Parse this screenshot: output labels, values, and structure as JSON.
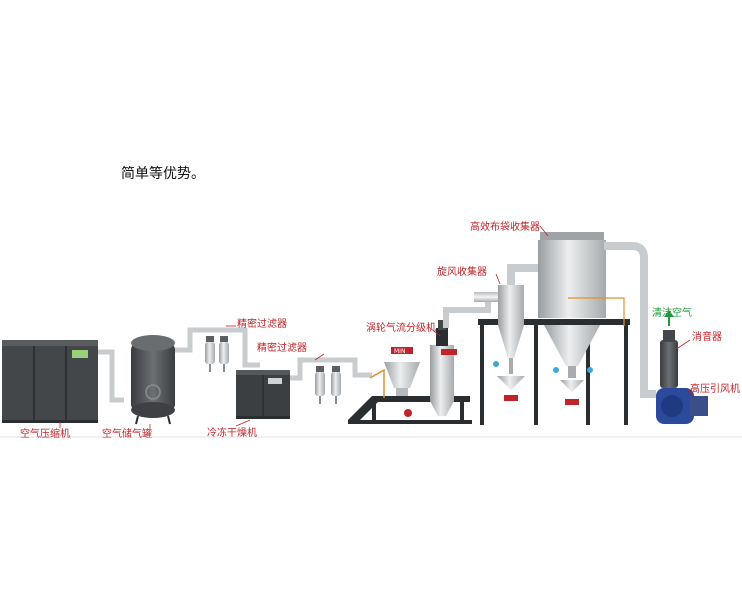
{
  "intro_text": "简单等优势。",
  "labels": {
    "air_compressor": "空气压缩机",
    "air_tank": "空气储气罐",
    "precision_filter_1": "精密过滤器",
    "precision_filter_2": "精密过滤器",
    "refrigerated_dryer": "冷冻干燥机",
    "turbo_classifier": "涡轮气流分级机",
    "cyclone_collector": "旋风收集器",
    "baghouse_collector": "高效布袋收集器",
    "clean_air": "清洁空气",
    "silencer": "消音器",
    "high_pressure_fan": "高压引风机"
  },
  "colors": {
    "label_red": "#c0242a",
    "label_green": "#1f9a3a",
    "machine_dark": "#4a4d50",
    "steel_light": "#d4d6d8",
    "pipe": "#c9ccce",
    "fan_blue": "#2c4a9c",
    "frame_dark": "#2b2e31"
  }
}
